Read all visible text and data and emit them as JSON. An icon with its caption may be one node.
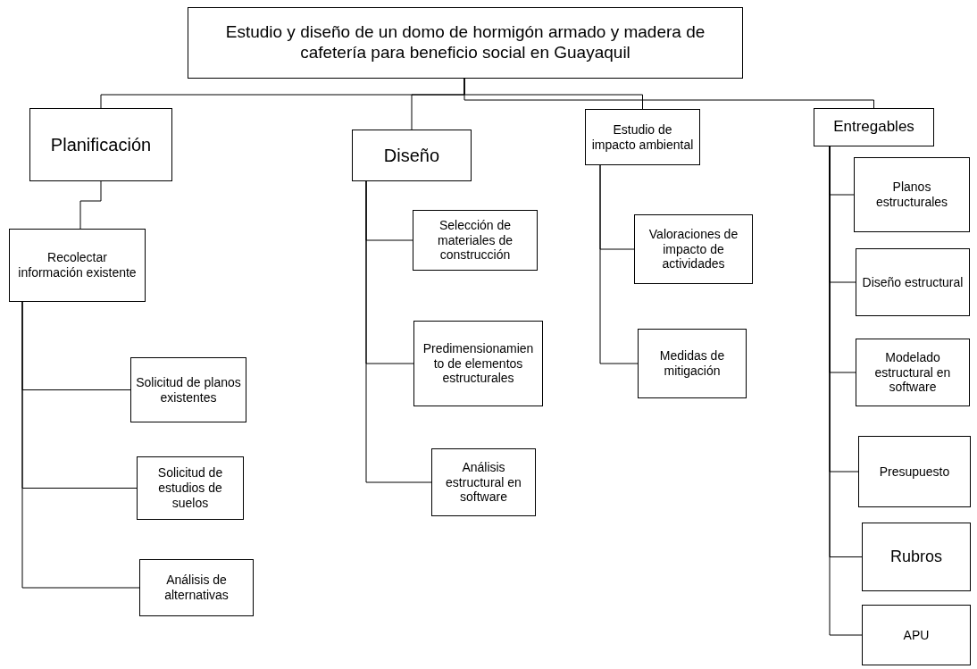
{
  "diagram": {
    "nodes": [
      {
        "text": [
          "Estudio y diseño de un domo de hormigón armado y madera de cafetería para beneficio social en Guayaquil"
        ]
      },
      {
        "text": [
          "Planificación"
        ]
      },
      {
        "text": [
          "Recolectar información existente"
        ]
      },
      {
        "text": [
          "Solicitud de planos existentes"
        ]
      },
      {
        "text": [
          "Solicitud de estudios de suelos"
        ]
      },
      {
        "text": [
          "Análisis de alternativas"
        ]
      },
      {
        "text": [
          "Diseño"
        ]
      },
      {
        "text": [
          "Selección de materiales de construcción"
        ]
      },
      {
        "text": [
          "Predimensionamien to de elementos estructurales"
        ]
      },
      {
        "text": [
          "Análisis estructural en software"
        ]
      },
      {
        "text": [
          "Estudio de impacto ambiental"
        ]
      },
      {
        "text": [
          "Valoraciones de impacto de actividades"
        ]
      },
      {
        "text": [
          "Medidas de mitigación"
        ]
      },
      {
        "text": [
          "Entregables"
        ]
      },
      {
        "text": [
          "Planos estructurales"
        ]
      },
      {
        "text": [
          "Diseño estructural"
        ]
      },
      {
        "text": [
          "Modelado estructural en software"
        ]
      },
      {
        "text": [
          "Presupuesto"
        ]
      },
      {
        "text": [
          "Rubros"
        ]
      },
      {
        "text": [
          "APU"
        ]
      }
    ],
    "edges": [
      {
        "from": 0,
        "to": 1,
        "arrow": "none"
      },
      {
        "from": 0,
        "to": 6,
        "arrow": "none"
      },
      {
        "from": 0,
        "to": 10,
        "arrow": "none"
      },
      {
        "from": 0,
        "to": 13,
        "arrow": "none"
      },
      {
        "from": 1,
        "to": 2,
        "arrow": "none"
      },
      {
        "from": 2,
        "to": 3,
        "arrow": "none"
      },
      {
        "from": 2,
        "to": 4,
        "arrow": "none"
      },
      {
        "from": 2,
        "to": 5,
        "arrow": "none"
      },
      {
        "from": 6,
        "to": 7,
        "arrow": "none"
      },
      {
        "from": 6,
        "to": 8,
        "arrow": "none"
      },
      {
        "from": 6,
        "to": 9,
        "arrow": "none"
      },
      {
        "from": 10,
        "to": 11,
        "arrow": "none"
      },
      {
        "from": 10,
        "to": 12,
        "arrow": "none"
      },
      {
        "from": 13,
        "to": 14,
        "arrow": "none"
      },
      {
        "from": 13,
        "to": 15,
        "arrow": "none"
      },
      {
        "from": 13,
        "to": 16,
        "arrow": "none"
      },
      {
        "from": 13,
        "to": 17,
        "arrow": "none"
      },
      {
        "from": 13,
        "to": 18,
        "arrow": "none"
      },
      {
        "from": 13,
        "to": 19,
        "arrow": "none"
      }
    ]
  }
}
